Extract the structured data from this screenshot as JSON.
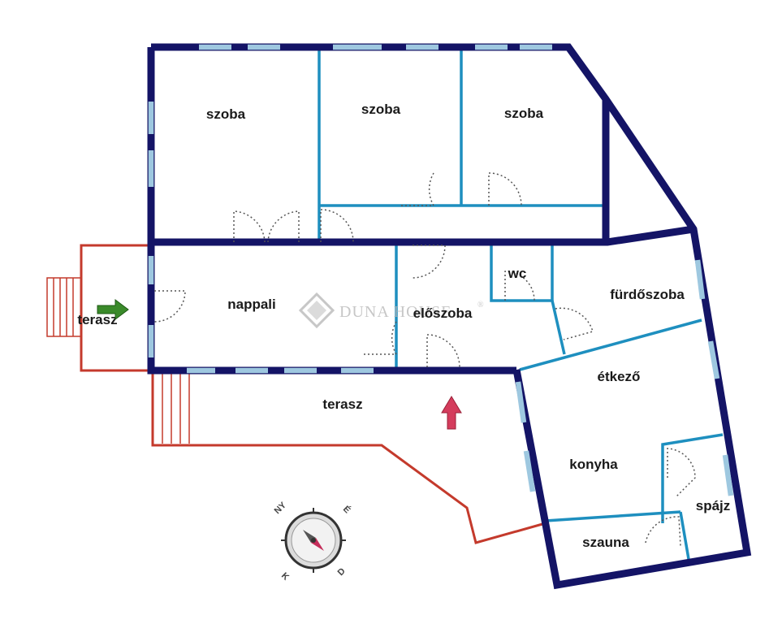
{
  "watermark": {
    "brand": "DUNA HOUSE",
    "mark": "®"
  },
  "rooms": {
    "szoba_1": "szoba",
    "szoba_2": "szoba",
    "szoba_3": "szoba",
    "nappali": "nappali",
    "eloszoba": "előszoba",
    "wc": "wc",
    "furdoszoba": "fürdőszoba",
    "etkezo": "étkező",
    "konyha": "konyha",
    "spajz": "spájz",
    "szauna": "szauna",
    "terasz_side": "terasz",
    "terasz_front": "terasz"
  },
  "compass": {
    "north": "É",
    "south": "D",
    "east": "K",
    "west": "NY"
  },
  "colors": {
    "outer_wall": "#141466",
    "inner_wall": "#1e8fbf",
    "terrace_line": "#c43a2c",
    "window": "#9ec8e0",
    "entry_arrow": "#3a8a2a",
    "north_arrow": "#d43c5c"
  },
  "icons": [
    "entry-arrow-icon",
    "north-arrow-icon",
    "compass-icon"
  ]
}
